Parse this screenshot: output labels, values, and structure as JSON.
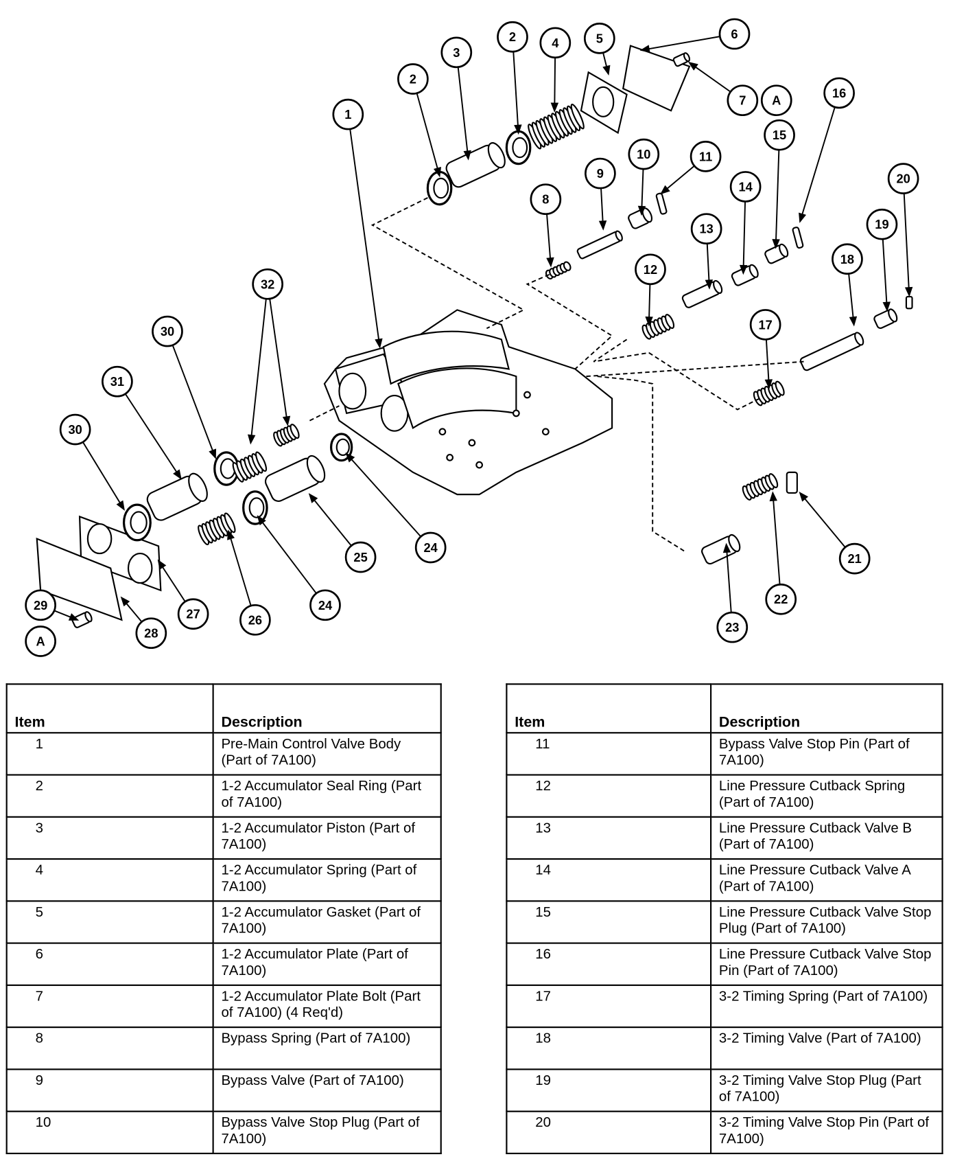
{
  "diagram": {
    "callouts": [
      "1",
      "2",
      "3",
      "2",
      "4",
      "5",
      "6",
      "7",
      "A",
      "16",
      "15",
      "10",
      "11",
      "9",
      "8",
      "14",
      "20",
      "13",
      "19",
      "12",
      "18",
      "17",
      "32",
      "30",
      "31",
      "30",
      "25",
      "24",
      "26",
      "24",
      "27",
      "28",
      "29",
      "A",
      "21",
      "22",
      "23"
    ]
  },
  "table_left": {
    "headers": {
      "item": "Item",
      "description": "Description"
    },
    "rows": [
      {
        "item": "1",
        "description": "Pre-Main Control Valve Body (Part of 7A100)"
      },
      {
        "item": "2",
        "description": "1-2 Accumulator Seal Ring (Part of 7A100)"
      },
      {
        "item": "3",
        "description": "1-2 Accumulator Piston (Part of 7A100)"
      },
      {
        "item": "4",
        "description": "1-2 Accumulator Spring (Part of 7A100)"
      },
      {
        "item": "5",
        "description": "1-2 Accumulator Gasket (Part of 7A100)"
      },
      {
        "item": "6",
        "description": "1-2 Accumulator Plate (Part of 7A100)"
      },
      {
        "item": "7",
        "description": "1-2 Accumulator Plate Bolt (Part of 7A100) (4 Req'd)"
      },
      {
        "item": "8",
        "description": "Bypass Spring (Part of 7A100)"
      },
      {
        "item": "9",
        "description": "Bypass Valve (Part of 7A100)"
      },
      {
        "item": "10",
        "description": "Bypass Valve Stop Plug (Part of 7A100)"
      }
    ]
  },
  "table_right": {
    "headers": {
      "item": "Item",
      "description": "Description"
    },
    "rows": [
      {
        "item": "11",
        "description": "Bypass Valve Stop Pin (Part of 7A100)"
      },
      {
        "item": "12",
        "description": "Line Pressure Cutback Spring (Part of 7A100)"
      },
      {
        "item": "13",
        "description": "Line Pressure Cutback Valve B (Part of 7A100)"
      },
      {
        "item": "14",
        "description": "Line Pressure Cutback Valve A (Part of 7A100)"
      },
      {
        "item": "15",
        "description": "Line Pressure Cutback Valve Stop Plug (Part of 7A100)"
      },
      {
        "item": "16",
        "description": "Line Pressure Cutback Valve Stop Pin (Part of 7A100)"
      },
      {
        "item": "17",
        "description": "3-2 Timing Spring (Part of 7A100)"
      },
      {
        "item": "18",
        "description": "3-2 Timing Valve (Part of 7A100)"
      },
      {
        "item": "19",
        "description": "3-2 Timing Valve Stop Plug (Part of 7A100)"
      },
      {
        "item": "20",
        "description": "3-2 Timing Valve Stop Pin (Part of 7A100)"
      }
    ]
  }
}
